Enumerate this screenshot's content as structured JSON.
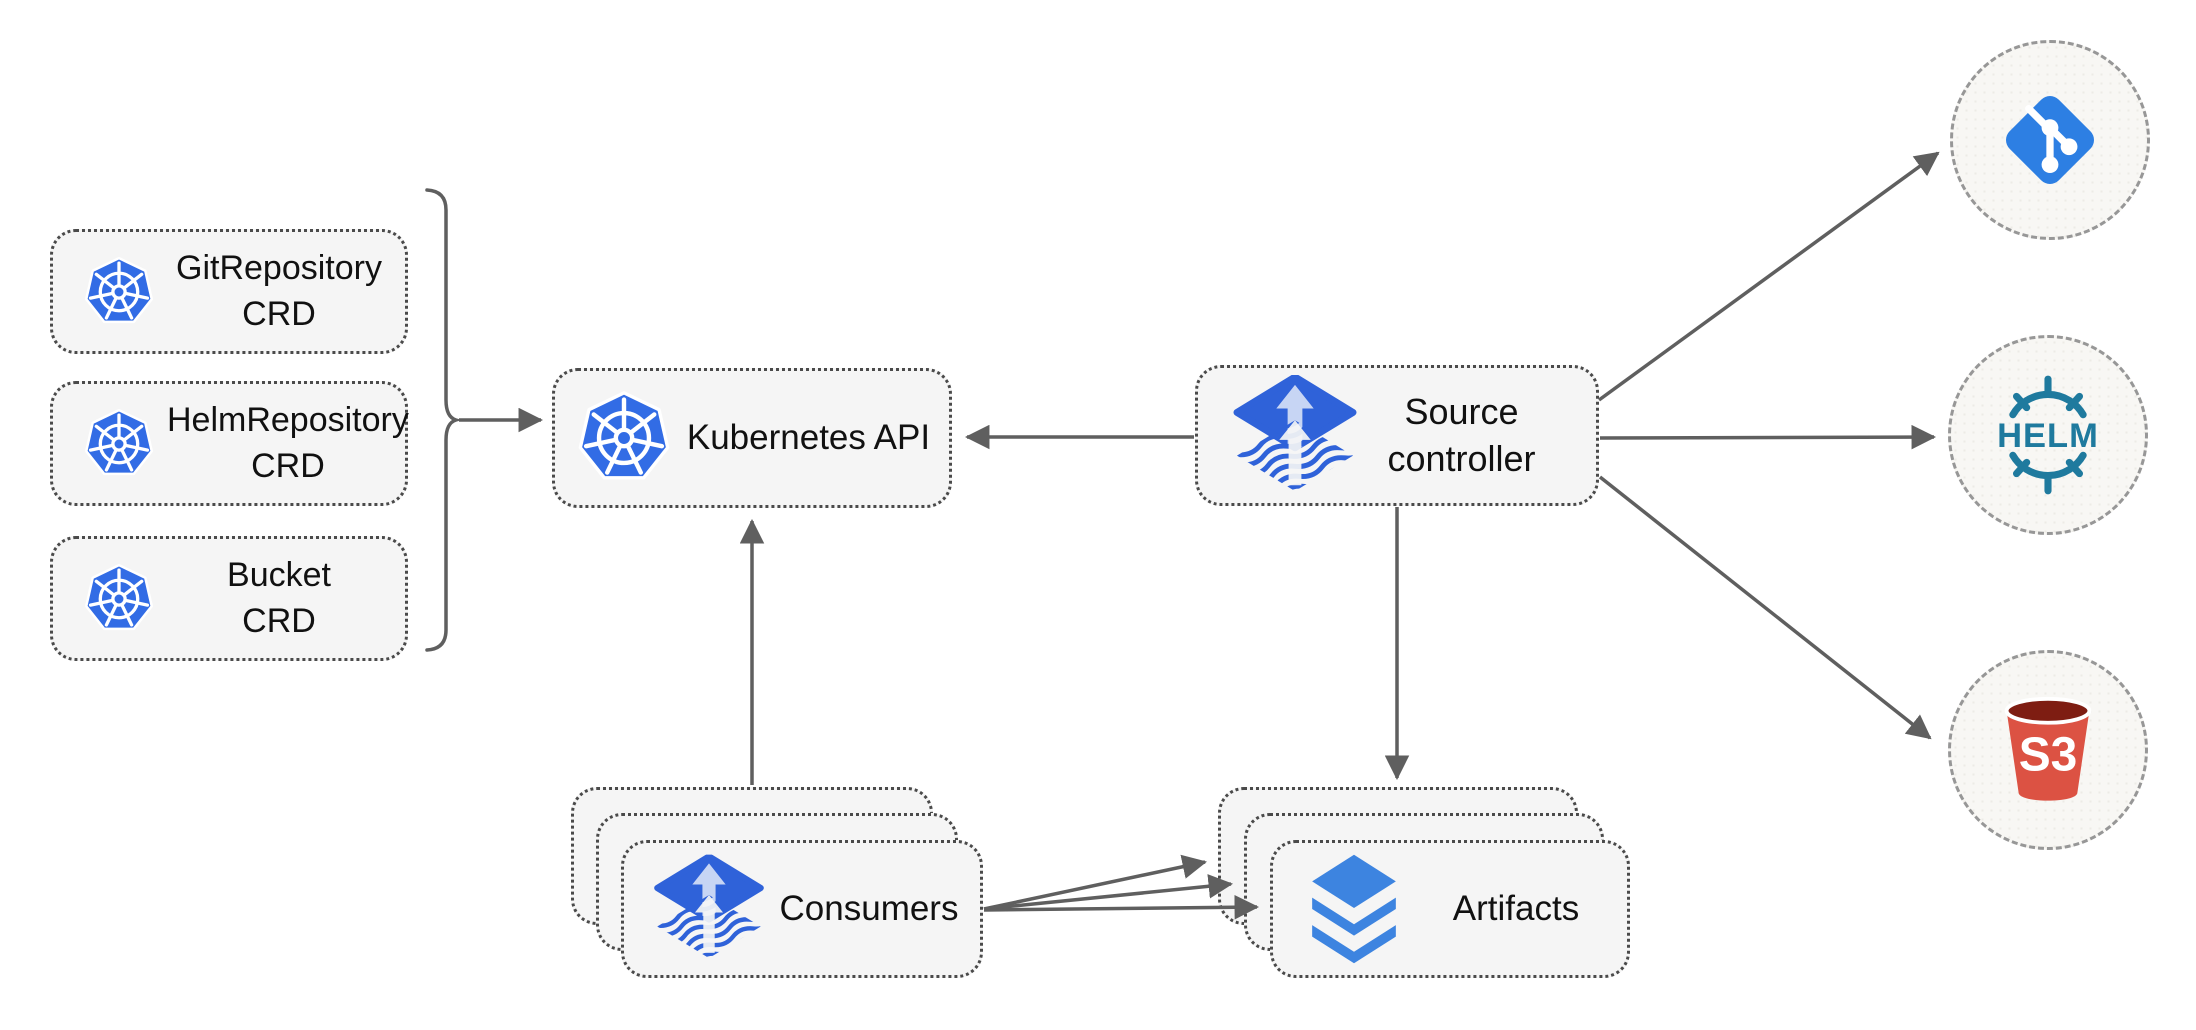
{
  "diagram": {
    "description": "Flux source-controller architecture diagram",
    "nodes": {
      "crd_boxes": [
        {
          "line1": "GitRepository",
          "line2": "CRD",
          "icon": "kubernetes-icon"
        },
        {
          "line1": "HelmRepository",
          "line2": "CRD",
          "icon": "kubernetes-icon"
        },
        {
          "line1": "Bucket",
          "line2": "CRD",
          "icon": "kubernetes-icon"
        }
      ],
      "kubernetes_api": {
        "label": "Kubernetes API",
        "icon": "kubernetes-icon"
      },
      "source_controller": {
        "line1": "Source",
        "line2": "controller",
        "icon": "flux-icon"
      },
      "consumers": {
        "label": "Consumers",
        "icon": "flux-icon",
        "stack_count": 3
      },
      "artifacts": {
        "label": "Artifacts",
        "icon": "layers-icon",
        "stack_count": 3
      },
      "external_sources": [
        {
          "name": "git",
          "icon": "git-icon"
        },
        {
          "name": "helm",
          "icon": "helm-icon",
          "label": "HELM"
        },
        {
          "name": "s3",
          "icon": "s3-bucket-icon",
          "label": "S3"
        }
      ]
    },
    "edges": [
      {
        "from": "crd-boxes-bracket",
        "to": "kubernetes-api"
      },
      {
        "from": "source-controller",
        "to": "kubernetes-api"
      },
      {
        "from": "consumers",
        "to": "kubernetes-api"
      },
      {
        "from": "source-controller",
        "to": "artifacts"
      },
      {
        "from": "source-controller",
        "to": "git-circle"
      },
      {
        "from": "source-controller",
        "to": "helm-circle"
      },
      {
        "from": "source-controller",
        "to": "s3-circle"
      },
      {
        "from": "consumers",
        "to": "artifacts",
        "arrow_count": 3
      }
    ],
    "colors": {
      "background": "#ffffff",
      "box_fill": "#f5f5f5",
      "box_border": "#4a4a4a",
      "circle_fill": "#f8f7f4",
      "circle_border": "#979797",
      "arrow": "#5f5f5f",
      "kubernetes_blue": "#326ce5",
      "flux_blue": "#2f62d9",
      "flux_arrow_light": "#c7d5f4",
      "layers_blue": "#3d84e0",
      "git_blue": "#2d7fe3",
      "helm_teal": "#1f7a9e",
      "s3_red": "#dc5243",
      "s3_dark_red": "#7e1d12",
      "text": "#111111"
    }
  }
}
